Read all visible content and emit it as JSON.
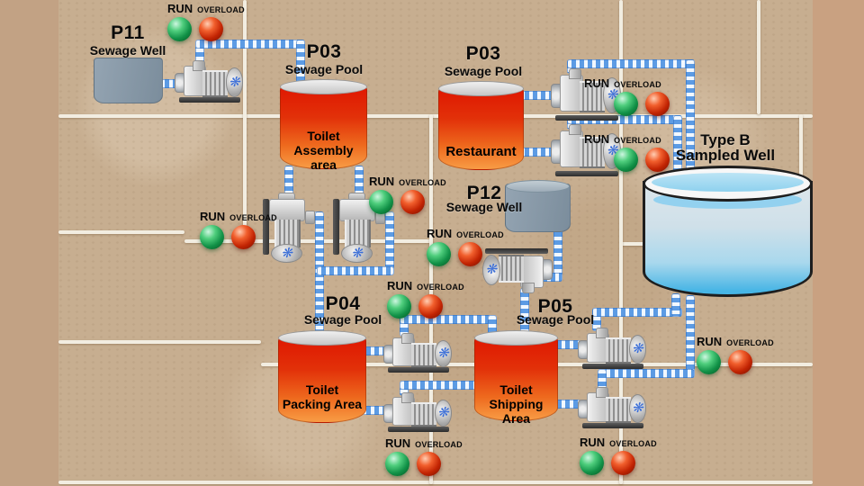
{
  "legend": {
    "run": "RUN",
    "overload": "OVERLOAD"
  },
  "icons": {
    "fan": "❋"
  },
  "colors": {
    "pipe_blue": "#5c9be4",
    "lamp_green": "#119147",
    "lamp_red": "#c22403",
    "pool_red": "#df1701",
    "pool_orange": "#f89c45",
    "well_gray": "#8496a6",
    "water_blue": "#47b5e5",
    "tile": "#c7ae90",
    "grout": "#f2ede1"
  },
  "tanks": {
    "p11": {
      "id": "P11",
      "type": "Sewage Well"
    },
    "p03a": {
      "id": "P03",
      "type": "Sewage Pool",
      "line1": "Toilet",
      "line2": "Assembly area"
    },
    "p03b": {
      "id": "P03",
      "type": "Sewage Pool",
      "area": "Restaurant"
    },
    "p12": {
      "id": "P12",
      "type": "Sewage Well"
    },
    "typeb": {
      "line1": "Type B",
      "line2": "Sampled Well"
    },
    "p04": {
      "id": "P04",
      "type": "Sewage Pool",
      "line1": "Toilet",
      "line2": "Packing Area"
    },
    "p05": {
      "id": "P05",
      "type": "Sewage Pool",
      "line1": "Toilet",
      "line2": "Shipping Area"
    }
  }
}
